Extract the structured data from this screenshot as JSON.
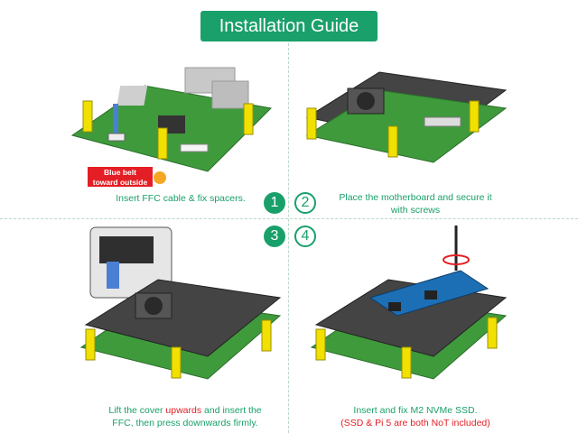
{
  "title": "Installation Guide",
  "steps": [
    {
      "num": "1",
      "caption_line1": "Insert FFC cable & fix spacers."
    },
    {
      "num": "2",
      "caption_line1": "Place the motherboard and secure it",
      "caption_line2": "with screws"
    },
    {
      "num": "3",
      "caption_a": "Lift the cover ",
      "caption_b": "upwards",
      "caption_c": " and insert the",
      "caption_line2": "FFC, then press downwards firmly."
    },
    {
      "num": "4",
      "caption_line1": "Insert and fix M2 NVMe SSD.",
      "caption_line2": "(SSD & Pi 5 are both NoT included)"
    }
  ],
  "warning": {
    "line1": "Blue belt",
    "line2": "toward outside"
  },
  "colors": {
    "accent": "#1aa06a",
    "warning": "#e31e24",
    "board_green": "#3f9a3c",
    "spacer_yellow": "#f1e000"
  }
}
